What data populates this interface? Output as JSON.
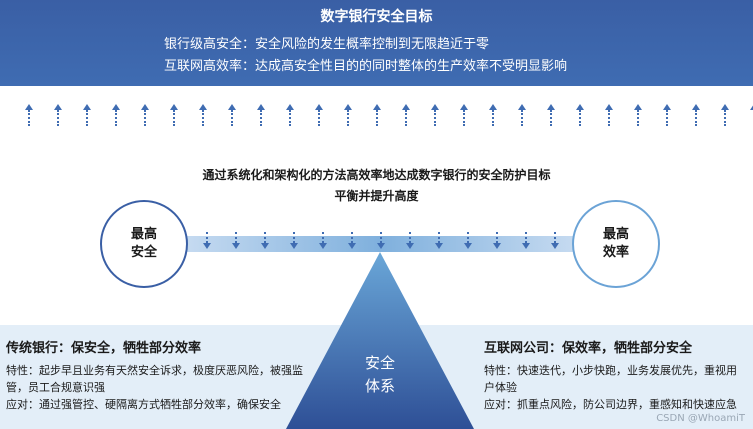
{
  "header": {
    "title": "数字银行安全目标",
    "line1": "银行级高安全：安全风险的发生概率控制到无限趋近于零",
    "line2": "互联网高效率：达成高安全性目的的同时整体的生产效率不受明显影响"
  },
  "middle": {
    "line1": "通过系统化和架构化的方法高效率地达成数字银行的安全防护目标",
    "line2": "平衡并提升高度"
  },
  "left_circle": {
    "line1": "最高",
    "line2": "安全"
  },
  "right_circle": {
    "line1": "最高",
    "line2": "效率"
  },
  "fulcrum": {
    "line1": "安全",
    "line2": "体系"
  },
  "traditional_bank": {
    "heading": "传统银行：保安全，牺牲部分效率",
    "traits": "特性：起步早且业务有天然安全诉求，极度厌恶风险，被强监管，员工合规意识强",
    "response": "应对：通过强管控、硬隔离方式牺牲部分效率，确保安全"
  },
  "internet_company": {
    "heading": "互联网公司：保效率，牺牲部分安全",
    "traits": "特性：快速迭代，小步快跑，业务发展优先，重视用户体验",
    "response": "应对：抓重点风险，防公司边界，重感知和快速应急"
  },
  "watermark": "CSDN @WhoamiT",
  "colors": {
    "primary": "#3a5fa5",
    "light_band": "#e3eef8",
    "triangle_top": "#6aa7d8",
    "triangle_bottom": "#2e4f96"
  }
}
